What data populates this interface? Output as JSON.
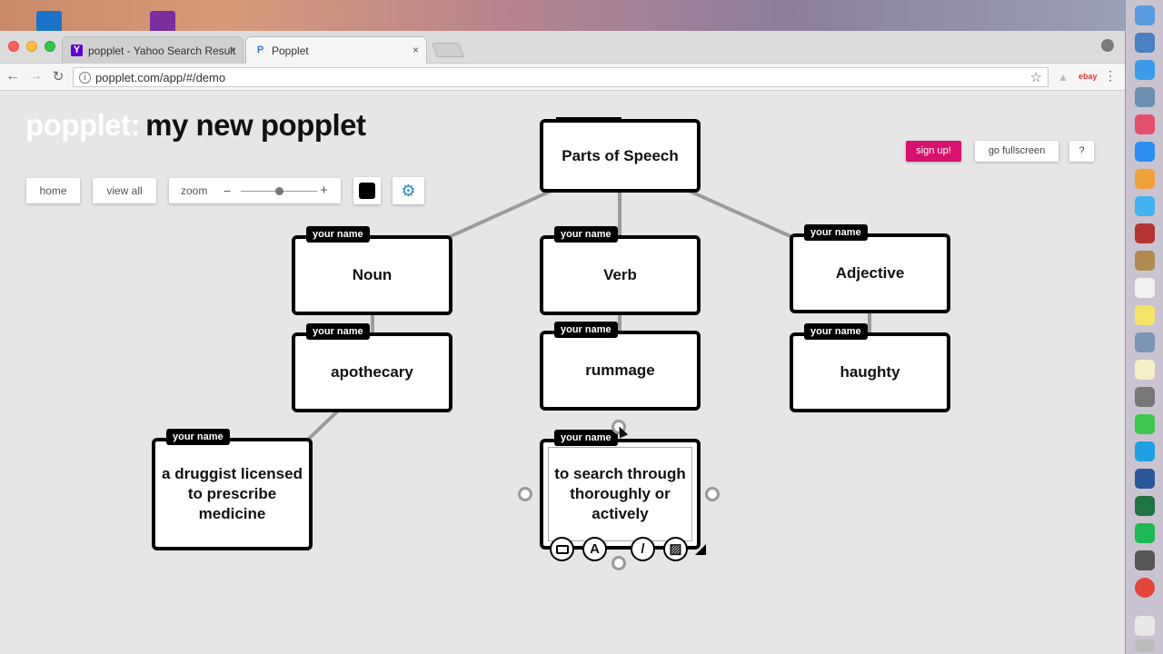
{
  "browser": {
    "tabs": [
      {
        "title": "popplet - Yahoo Search Result",
        "favicon": "Y",
        "close": "×"
      },
      {
        "title": "Popplet",
        "favicon": "P",
        "close": "×"
      }
    ],
    "url": "popplet.com/app/#/demo"
  },
  "app": {
    "logo": "popplet:",
    "board_title": "my new popplet",
    "controls": {
      "home": "home",
      "view_all": "view all",
      "zoom": "zoom",
      "zoom_minus": "−",
      "zoom_plus": "+",
      "settings_glyph": "⚙"
    },
    "zoom_level": 0.5,
    "actions": {
      "sign_up": "sign up!",
      "go_fullscreen": "go fullscreen",
      "help": "?"
    },
    "popple_color": "#000000",
    "popples": {
      "root": {
        "text": "Parts of Speech"
      },
      "noun": {
        "author": "your name",
        "text": "Noun"
      },
      "verb": {
        "author": "your name",
        "text": "Verb"
      },
      "adjective": {
        "author": "your name",
        "text": "Adjective"
      },
      "apothecary": {
        "author": "your name",
        "text": "apothecary"
      },
      "rummage": {
        "author": "your name",
        "text": "rummage"
      },
      "haughty": {
        "author": "your name",
        "text": "haughty"
      },
      "druggist": {
        "author": "your name",
        "text": "a druggist licensed to prescribe medicine"
      },
      "search": {
        "author": "your name",
        "text": "to search through thoroughly or actively"
      }
    },
    "edit_tools": {
      "text_glyph": "A",
      "draw_glyph": "/",
      "image_glyph": "▨"
    }
  },
  "colors": {
    "accent": "#d6126e",
    "settings": "#2b86c6",
    "canvas": "#e6e6e6"
  }
}
